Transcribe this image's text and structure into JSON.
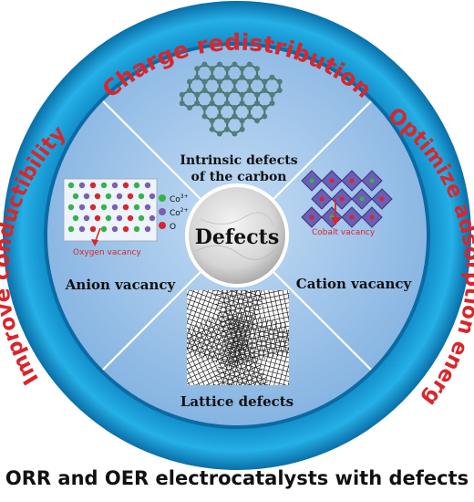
{
  "ring": {
    "top": "Charge redistribution",
    "left": "Improve conductibility",
    "right": "Optimize adsorption energ"
  },
  "center": {
    "label": "Defects"
  },
  "sectors": {
    "top": {
      "line1": "Intrinsic defects",
      "line2": "of the carbon"
    },
    "left": {
      "label": "Anion vacancy",
      "annotation": "Oxygen vacancy"
    },
    "right": {
      "label": "Cation vacancy",
      "annotation": "Cobalt vacancy"
    },
    "bottom": {
      "label": "Lattice defects"
    }
  },
  "legend": {
    "co3": "Co",
    "co3_sup": "3+",
    "co2": "Co",
    "co2_sup": "2+",
    "o": "O"
  },
  "caption": "ORR and OER electrocatalysts with defects",
  "colors": {
    "ring_outer": "#1aa6de",
    "ring_text": "#d8262c",
    "inner_disc": "#9fc4ea",
    "co3_atom": "#37b24a",
    "co2_atom": "#7a5fb0",
    "o_atom": "#d8262c",
    "graphene": "#4f7f7a"
  }
}
